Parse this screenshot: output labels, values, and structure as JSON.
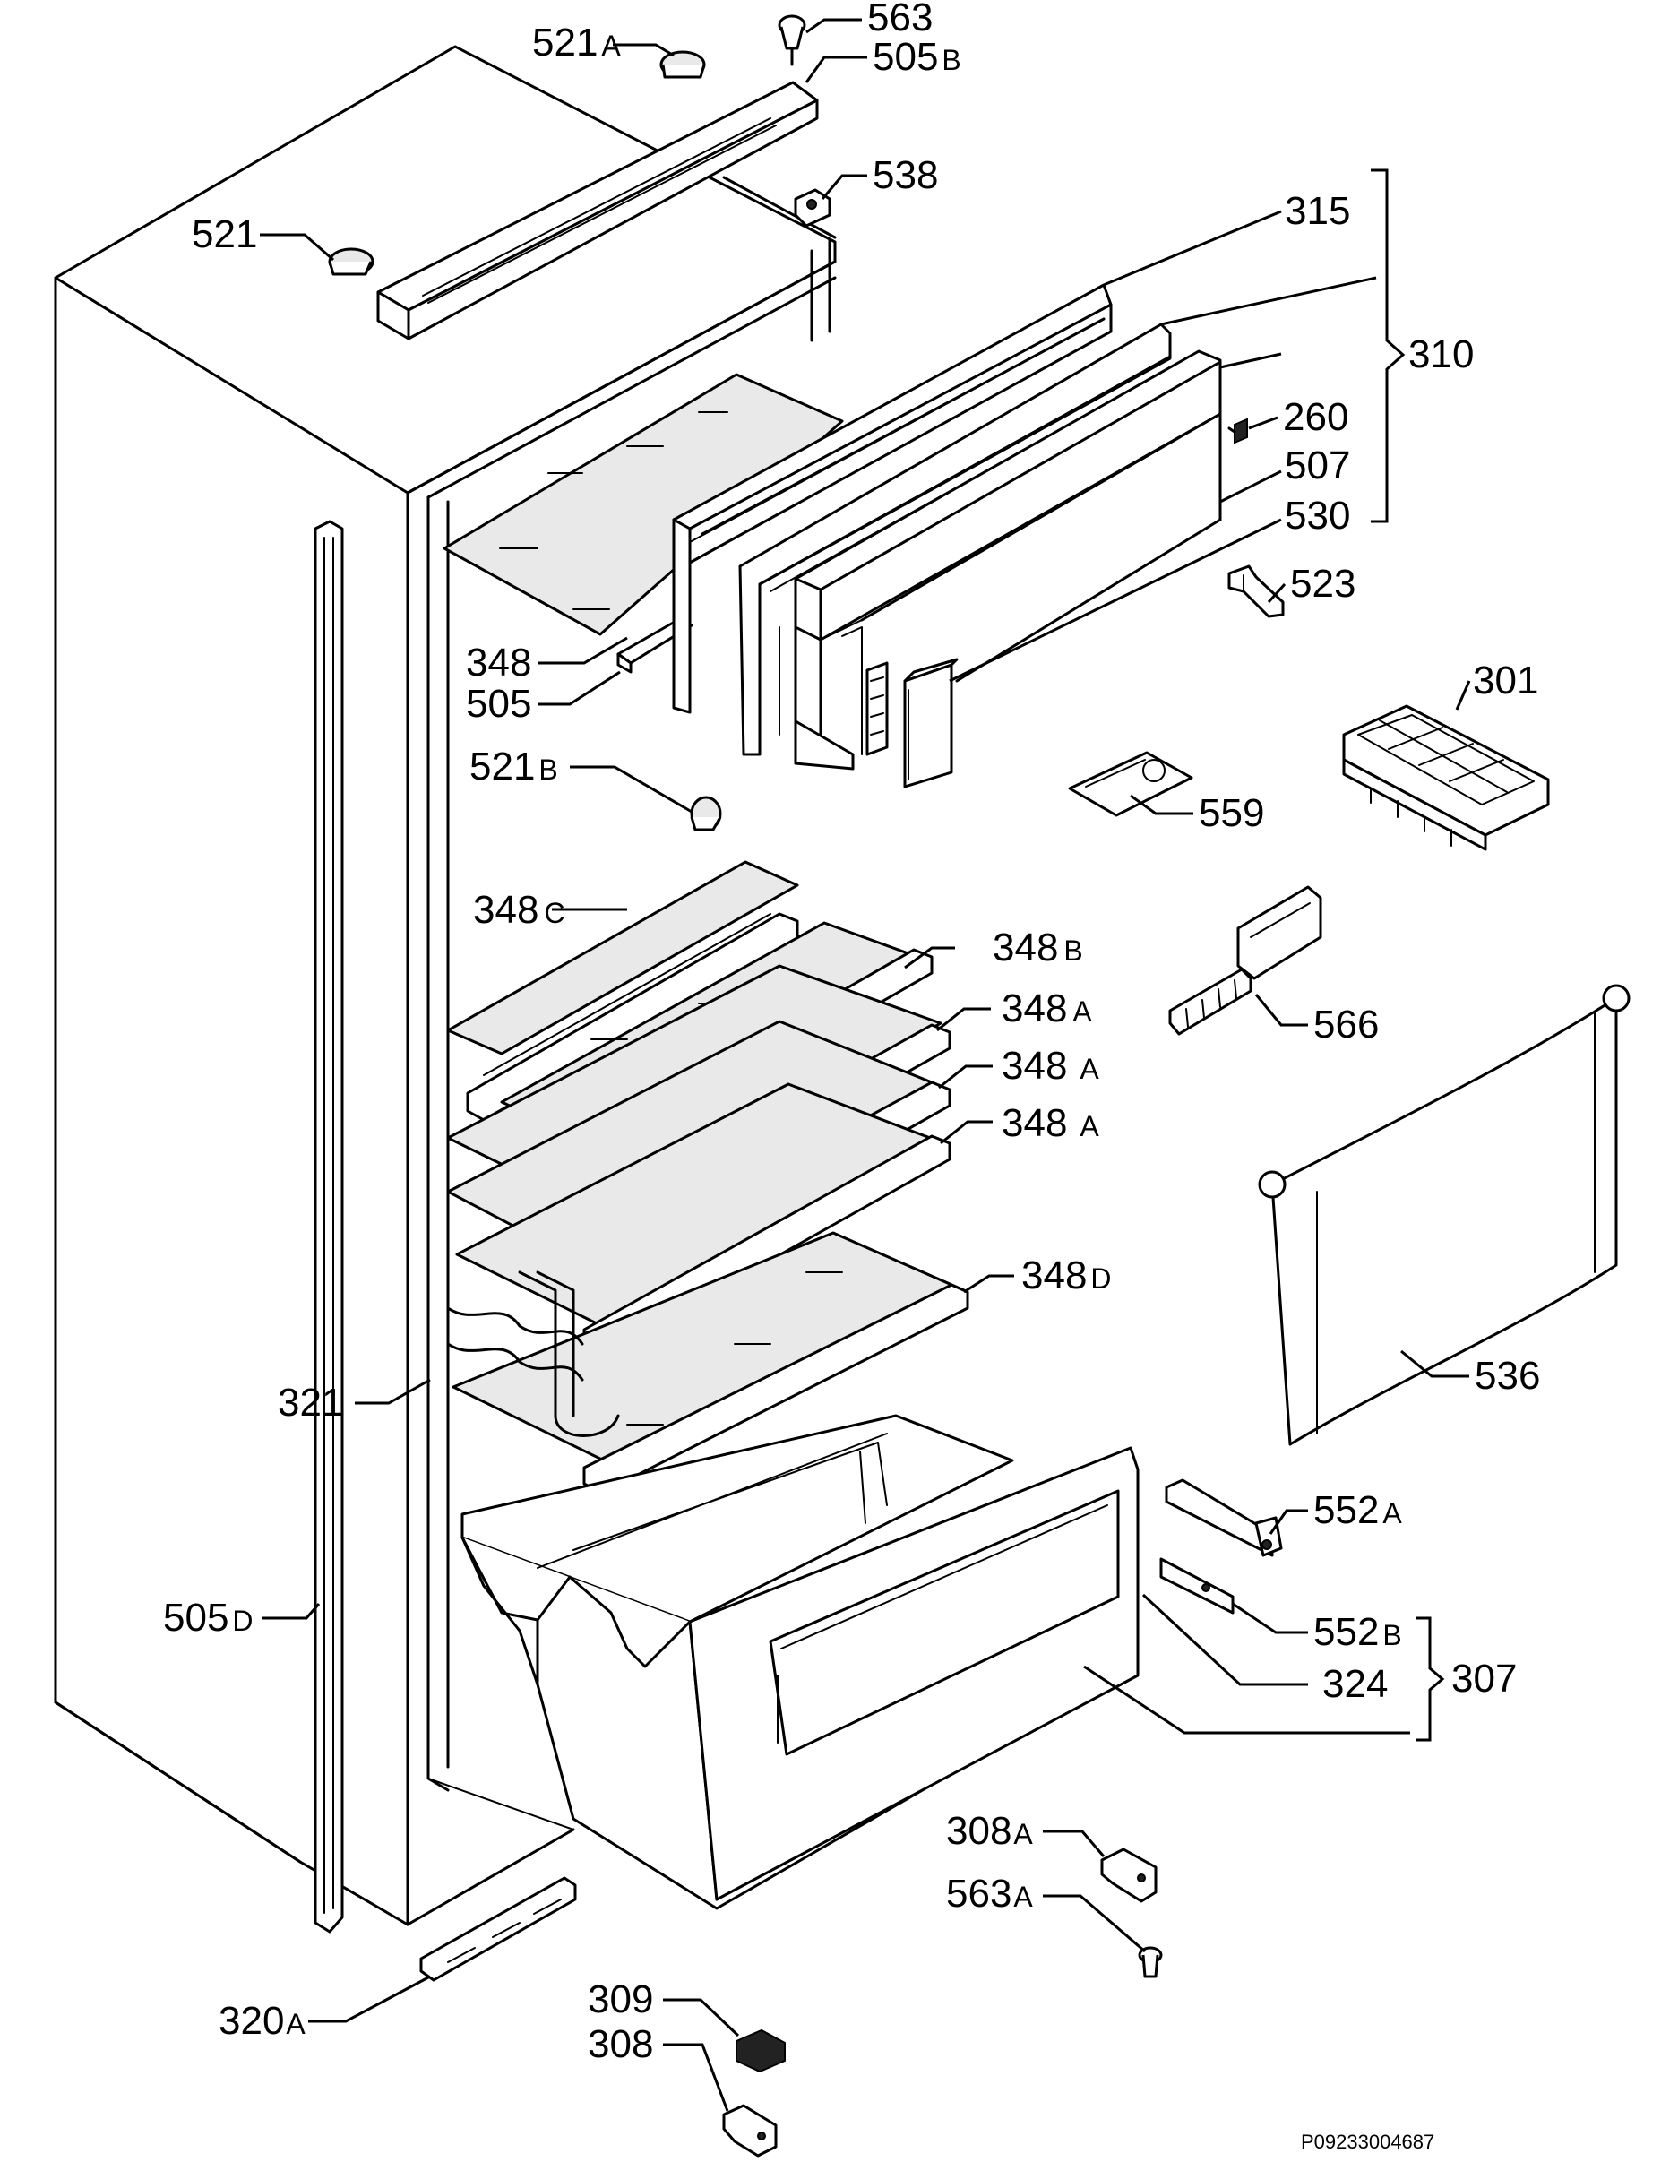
{
  "diagram": {
    "labels": {
      "p563": "563",
      "p521a": "521",
      "p521a_sfx": "A",
      "p505b": "505",
      "p505b_sfx": "B",
      "p538": "538",
      "p521": "521",
      "p315": "315",
      "p310": "310",
      "p260": "260",
      "p507": "507",
      "p530": "530",
      "p523": "523",
      "p348": "348",
      "p505": "505",
      "p301": "301",
      "p521b": "521",
      "p521b_sfx": "B",
      "p559": "559",
      "p348c": "348",
      "p348c_sfx": "C",
      "p348b": "348",
      "p348b_sfx": "B",
      "p348a1": "348",
      "p348a1_sfx": "A",
      "p348a2": "348",
      "p348a2_sfx": "A",
      "p348a3": "348",
      "p348a3_sfx": "A",
      "p566": "566",
      "p348d": "348",
      "p348d_sfx": "D",
      "p321": "321",
      "p536": "536",
      "p552a": "552",
      "p552a_sfx": "A",
      "p505d": "505",
      "p505d_sfx": "D",
      "p552b": "552",
      "p552b_sfx": "B",
      "p324": "324",
      "p307": "307",
      "p308a": "308",
      "p308a_sfx": "A",
      "p563a": "563",
      "p563a_sfx": "A",
      "p320a": "320",
      "p320a_sfx": "A",
      "p309": "309",
      "p308": "308"
    },
    "drawing_code": "P09233004687"
  }
}
